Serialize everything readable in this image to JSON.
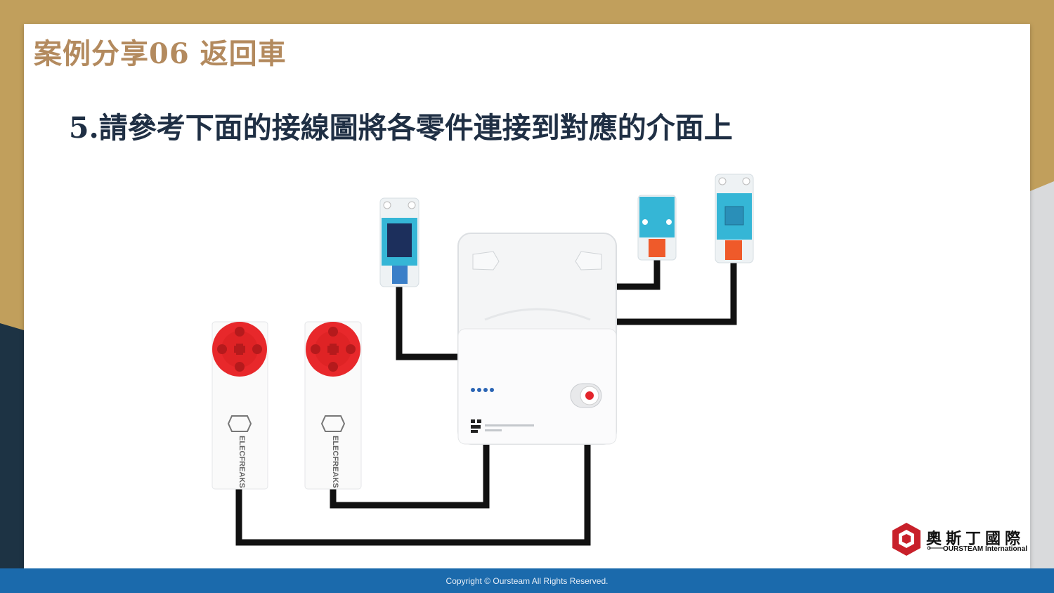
{
  "slide": {
    "title": "案例分享06 返回車",
    "instruction": "5.請參考下面的接線圖將各零件連接到對應的介面上"
  },
  "diagram": {
    "components": [
      {
        "id": "motor-1",
        "kind": "servo motor",
        "color": "#e8282b"
      },
      {
        "id": "motor-2",
        "kind": "servo motor",
        "color": "#e8282b"
      },
      {
        "id": "oled-module",
        "kind": "display module",
        "color": "#35b6d6"
      },
      {
        "id": "controller",
        "kind": "controller box",
        "color": "#f5f6f7"
      },
      {
        "id": "sensor-small",
        "kind": "sensor module",
        "color": "#35b6d6"
      },
      {
        "id": "sensor-large",
        "kind": "sensor module",
        "color": "#35b6d6"
      }
    ],
    "module_text": "ELECFREAKS",
    "cable_color": "#111111",
    "connector_blue": "#3a7fc8",
    "connector_orange": "#ef5a2a"
  },
  "footer": {
    "copyright": "Copyright © Oursteam All Rights Reserved.",
    "color": "#1b6aac"
  },
  "logo": {
    "name_cn": "奧斯丁國際",
    "name_en": "OURSTEAM International",
    "color": "#c8202a"
  },
  "theme": {
    "gold": "#c19f5c",
    "navy": "#1d3344",
    "title_color": "#b38a5e",
    "text_color": "#1f2f44"
  }
}
